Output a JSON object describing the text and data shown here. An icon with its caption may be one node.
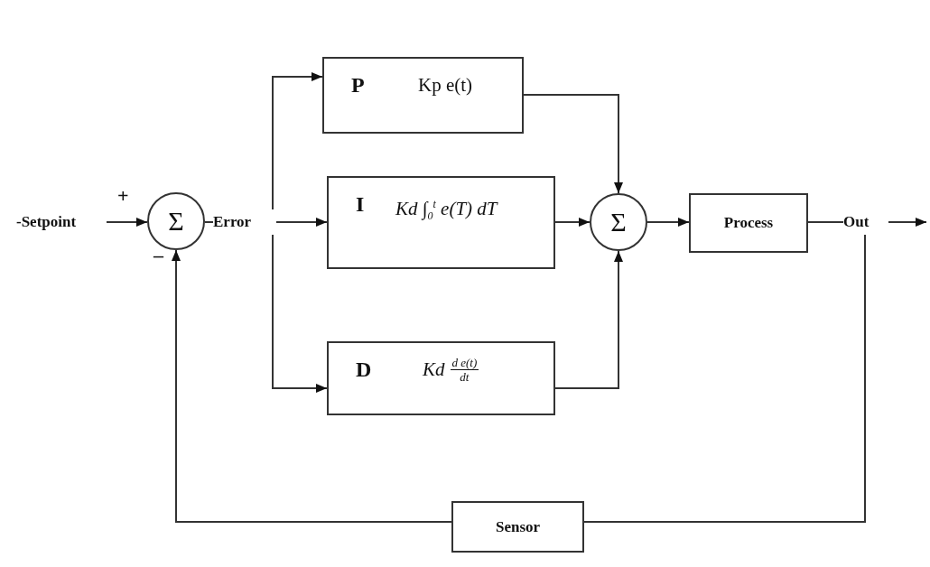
{
  "diagram": {
    "nodes": [
      {
        "text": [
          "-Setpoint"
        ]
      },
      {
        "text": [
          "Σ"
        ]
      },
      {
        "text": [
          "Error"
        ]
      },
      {
        "text": [
          "P",
          "Kp e(t)"
        ]
      },
      {
        "text": [
          "I",
          "Kd ∫$_{0}$$^{t}$ e(T) dT"
        ]
      },
      {
        "text": [
          "D",
          "Kd",
          "d e(t)",
          "dt"
        ]
      },
      {
        "text": [
          "Σ"
        ]
      },
      {
        "text": [
          "Process"
        ]
      },
      {
        "text": [
          "Out"
        ]
      },
      {
        "text": [
          "Sensor"
        ]
      }
    ],
    "edges": [
      {
        "from": 0,
        "to": 1,
        "arrow": "to"
      },
      {
        "from": 1,
        "to": 2,
        "arrow": "none"
      },
      {
        "from": 2,
        "to": 3,
        "arrow": "to"
      },
      {
        "from": 2,
        "to": 4,
        "arrow": "to"
      },
      {
        "from": 2,
        "to": 5,
        "arrow": "to"
      },
      {
        "from": 3,
        "to": 6,
        "arrow": "to"
      },
      {
        "from": 4,
        "to": 6,
        "arrow": "to"
      },
      {
        "from": 5,
        "to": 6,
        "arrow": "to"
      },
      {
        "from": 6,
        "to": 7,
        "arrow": "to"
      },
      {
        "from": 7,
        "to": 8,
        "arrow": "none"
      },
      {
        "from": 8,
        "to": null,
        "arrow": "to"
      },
      {
        "from": 8,
        "to": 9,
        "arrow": "none"
      },
      {
        "from": 9,
        "to": 1,
        "arrow": "to"
      }
    ],
    "labels": [
      "+",
      "–"
    ]
  }
}
